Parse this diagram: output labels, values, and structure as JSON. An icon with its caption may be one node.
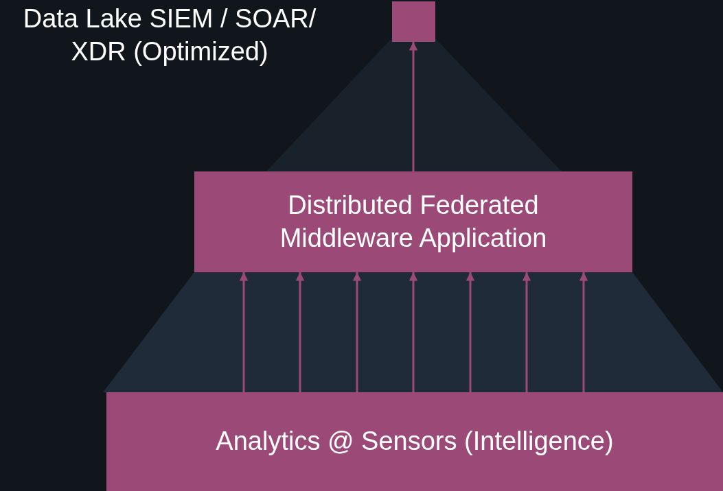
{
  "diagram": {
    "nodes": [
      {
        "text": [],
        "shape": "box",
        "beside": [
          "Data Lake SIEM / SOAR/ XDR (Optimized)"
        ]
      },
      {
        "text": [
          "Distributed Federated Middleware Application"
        ]
      },
      {
        "text": [
          "Analytics @ Sensors (Intelligence)"
        ]
      }
    ],
    "edges": [
      {
        "from": 1,
        "to": 0,
        "arrow": "to"
      },
      {
        "from": 2,
        "to": 1,
        "arrow": "to"
      },
      {
        "from": 2,
        "to": 1,
        "arrow": "to"
      },
      {
        "from": 2,
        "to": 1,
        "arrow": "to"
      },
      {
        "from": 2,
        "to": 1,
        "arrow": "to"
      },
      {
        "from": 2,
        "to": 1,
        "arrow": "to"
      },
      {
        "from": 2,
        "to": 1,
        "arrow": "to"
      },
      {
        "from": 2,
        "to": 1,
        "arrow": "to"
      }
    ]
  }
}
